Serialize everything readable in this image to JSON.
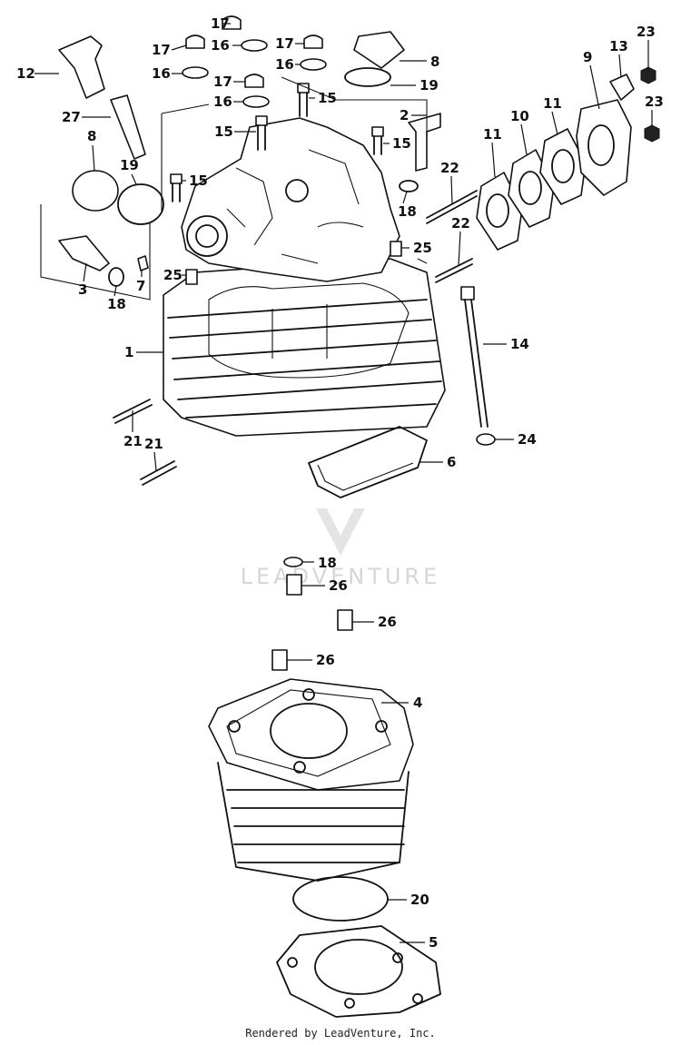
{
  "callouts": [
    {
      "id": "c1",
      "label": "1"
    },
    {
      "id": "c2",
      "label": "2"
    },
    {
      "id": "c3",
      "label": "3"
    },
    {
      "id": "c4",
      "label": "4"
    },
    {
      "id": "c5",
      "label": "5"
    },
    {
      "id": "c6",
      "label": "6"
    },
    {
      "id": "c7",
      "label": "7"
    },
    {
      "id": "c8a",
      "label": "8"
    },
    {
      "id": "c8b",
      "label": "8"
    },
    {
      "id": "c9",
      "label": "9"
    },
    {
      "id": "c10",
      "label": "10"
    },
    {
      "id": "c11a",
      "label": "11"
    },
    {
      "id": "c11b",
      "label": "11"
    },
    {
      "id": "c12",
      "label": "12"
    },
    {
      "id": "c13",
      "label": "13"
    },
    {
      "id": "c14",
      "label": "14"
    },
    {
      "id": "c15a",
      "label": "15"
    },
    {
      "id": "c15b",
      "label": "15"
    },
    {
      "id": "c15c",
      "label": "15"
    },
    {
      "id": "c15d",
      "label": "15"
    },
    {
      "id": "c16a",
      "label": "16"
    },
    {
      "id": "c16b",
      "label": "16"
    },
    {
      "id": "c16c",
      "label": "16"
    },
    {
      "id": "c16d",
      "label": "16"
    },
    {
      "id": "c17a",
      "label": "17"
    },
    {
      "id": "c17b",
      "label": "17"
    },
    {
      "id": "c17c",
      "label": "17"
    },
    {
      "id": "c17d",
      "label": "17"
    },
    {
      "id": "c18a",
      "label": "18"
    },
    {
      "id": "c18b",
      "label": "18"
    },
    {
      "id": "c18c",
      "label": "18"
    },
    {
      "id": "c19a",
      "label": "19"
    },
    {
      "id": "c19b",
      "label": "19"
    },
    {
      "id": "c20",
      "label": "20"
    },
    {
      "id": "c21a",
      "label": "21"
    },
    {
      "id": "c21b",
      "label": "21"
    },
    {
      "id": "c22a",
      "label": "22"
    },
    {
      "id": "c22b",
      "label": "22"
    },
    {
      "id": "c23a",
      "label": "23"
    },
    {
      "id": "c23b",
      "label": "23"
    },
    {
      "id": "c24",
      "label": "24"
    },
    {
      "id": "c25a",
      "label": "25"
    },
    {
      "id": "c25b",
      "label": "25"
    },
    {
      "id": "c26a",
      "label": "26"
    },
    {
      "id": "c26b",
      "label": "26"
    },
    {
      "id": "c26c",
      "label": "26"
    },
    {
      "id": "c27",
      "label": "27"
    }
  ],
  "watermark": "LEADVENTURE",
  "footer": "Rendered by LeadVenture, Inc."
}
